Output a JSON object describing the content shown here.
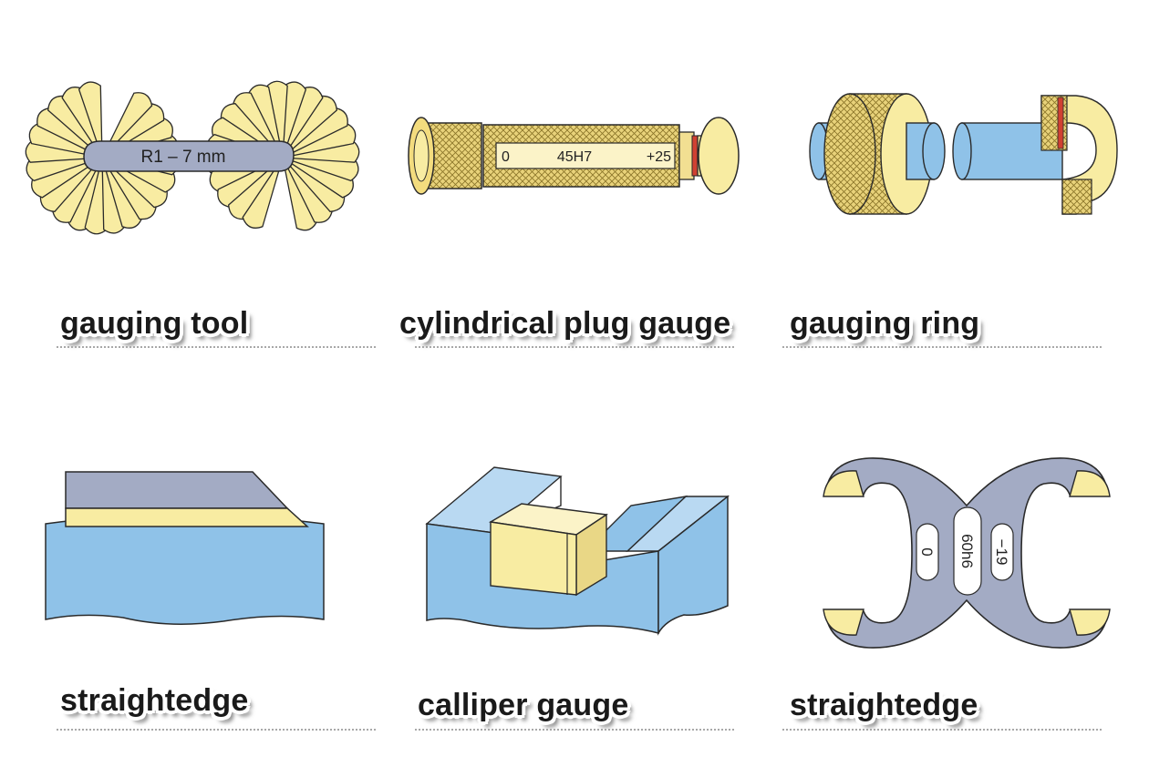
{
  "items": [
    {
      "label": "gauging tool",
      "marking": "R1 – 7 mm"
    },
    {
      "label": "cylindrical plug gauge",
      "markings": [
        "0",
        "45H7",
        "+25"
      ]
    },
    {
      "label": "gauging ring"
    },
    {
      "label": "straightedge"
    },
    {
      "label": "calliper gauge"
    },
    {
      "label": "straightedge",
      "markings": [
        "0",
        "60h6",
        "−19"
      ]
    }
  ],
  "colors": {
    "pale_yellow": "#f8eca2",
    "steel_blue": "#8fc2e8",
    "gray_blue": "#a3abc4",
    "red_band": "#d04032",
    "outline": "#2a2a2a"
  }
}
